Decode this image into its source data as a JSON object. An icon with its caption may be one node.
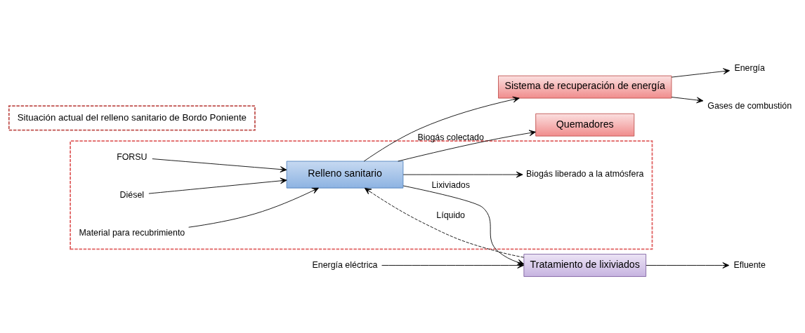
{
  "diagram": {
    "nodes": [
      {
        "text": [],
        "shape": "box"
      },
      {
        "text": [
          "FORSU"
        ],
        "in": 0
      },
      {
        "text": [
          "Diésel"
        ],
        "in": 0
      },
      {
        "text": [
          "Material para recubrimiento"
        ],
        "in": 0
      },
      {
        "text": [
          "Relleno sanitario"
        ],
        "in": 0
      },
      {
        "text": [
          "Biogás liberado a la atmósfera"
        ],
        "in": 0
      },
      {
        "text": [
          "Energía eléctrica"
        ]
      },
      {
        "text": [
          "Tratamiento de lixiviados"
        ]
      },
      {
        "text": [
          "Efluente"
        ]
      },
      {
        "text": [
          "Sistema de recuperación de energía"
        ]
      },
      {
        "text": [
          "Quemadores"
        ]
      },
      {
        "text": [
          "Gases de combustión"
        ]
      },
      {
        "text": [
          "Energía"
        ]
      },
      {
        "text": [
          "Situación actual del relleno sanitario de Bordo Poniente"
        ]
      }
    ],
    "edges": [
      {
        "from": 1,
        "to": 4,
        "arrow": "to"
      },
      {
        "from": 2,
        "to": 4,
        "arrow": "to"
      },
      {
        "from": 3,
        "to": 4,
        "arrow": "to"
      },
      {
        "from": 4,
        "to": 5,
        "arrow": "to"
      },
      {
        "from": 4,
        "to": 7,
        "label": "Lixiviados",
        "arrow": "to"
      },
      {
        "from": 7,
        "to": 4,
        "label": "Líquido",
        "arrow": "to",
        "style": "dashed"
      },
      {
        "from": 6,
        "to": 7,
        "arrow": "to"
      },
      {
        "from": 7,
        "to": 8,
        "arrow": "to"
      },
      {
        "from": 4,
        "to": 9,
        "arrow": "to"
      },
      {
        "from": 4,
        "to": 10,
        "label": "Biogás colectado",
        "arrow": "to"
      },
      {
        "from": 9,
        "to": 11,
        "arrow": "to"
      },
      {
        "from": 9,
        "to": 12,
        "arrow": "to"
      }
    ]
  }
}
